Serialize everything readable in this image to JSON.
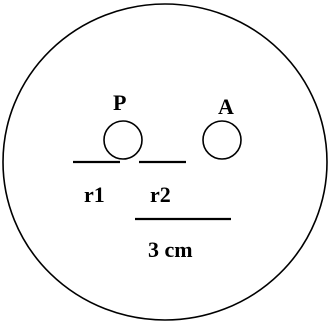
{
  "labels": {
    "point_p": "P",
    "point_a": "A",
    "radius_1": "r1",
    "radius_2": "r2",
    "distance": "3 cm"
  },
  "colors": {
    "stroke": "#000000",
    "background": "#ffffff"
  }
}
